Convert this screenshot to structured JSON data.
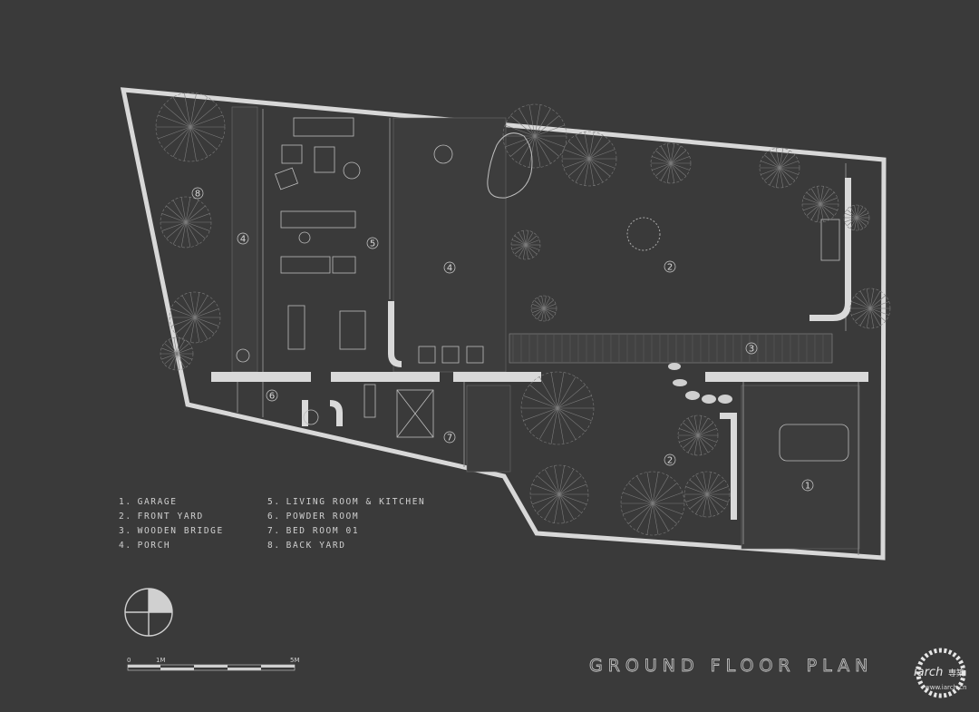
{
  "title": "GROUND FLOOR PLAN",
  "legend": [
    {
      "num": "1.",
      "label": "GARAGE"
    },
    {
      "num": "2.",
      "label": "FRONT YARD"
    },
    {
      "num": "3.",
      "label": "WOODEN BRIDGE"
    },
    {
      "num": "4.",
      "label": "PORCH"
    },
    {
      "num": "5.",
      "label": "LIVING ROOM & KITCHEN"
    },
    {
      "num": "6.",
      "label": "POWDER ROOM"
    },
    {
      "num": "7.",
      "label": "BED ROOM 01"
    },
    {
      "num": "8.",
      "label": "BACK YARD"
    }
  ],
  "rooms": {
    "r1": "1",
    "r2a": "2",
    "r2b": "2",
    "r3": "3",
    "r4a": "4",
    "r4b": "4",
    "r5": "5",
    "r6": "6",
    "r7": "7",
    "r8": "8"
  },
  "scale": {
    "zero": "0",
    "one": "1M",
    "five": "5M"
  },
  "watermark": {
    "brand": "iarch",
    "cn": "専築",
    "url": "www.iarch.cn"
  },
  "colors": {
    "background": "#3a3a3a",
    "walls": "#d9d9d9",
    "lines": "#8a8a8a"
  }
}
